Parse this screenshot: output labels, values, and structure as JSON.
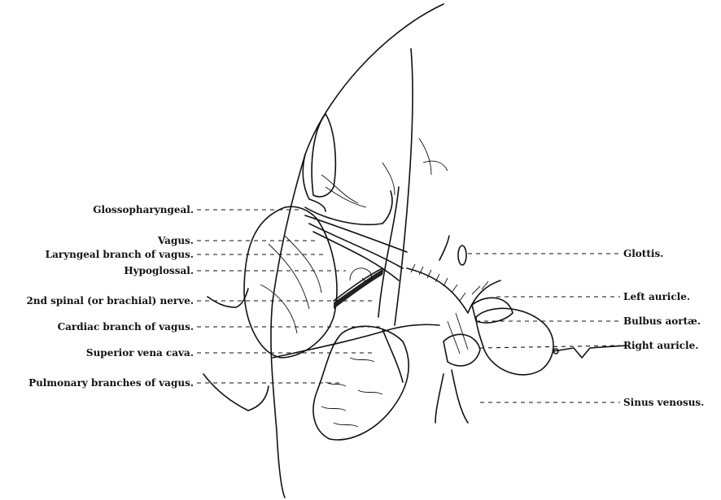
{
  "labels_left": [
    {
      "id": "glossopharyngeal",
      "text": "Glossopharyngeal."
    },
    {
      "id": "vagus",
      "text": "Vagus."
    },
    {
      "id": "laryngeal-branch",
      "text": "Laryngeal branch of vagus."
    },
    {
      "id": "hypoglossal",
      "text": "Hypoglossal."
    },
    {
      "id": "spinal-nerve",
      "text": "2nd spinal (or brachial) nerve."
    },
    {
      "id": "cardiac-branch",
      "text": "Cardiac branch of vagus."
    },
    {
      "id": "superior-vena-cava",
      "text": "Superior vena cava."
    },
    {
      "id": "pulmonary-branches",
      "text": "Pulmonary branches of vagus."
    }
  ],
  "labels_right": [
    {
      "id": "glottis",
      "text": "Glottis."
    },
    {
      "id": "left-auricle",
      "text": "Left auricle."
    },
    {
      "id": "bulbus-aortae",
      "text": "Bulbus aortæ."
    },
    {
      "id": "right-auricle",
      "text": "Right auricle."
    },
    {
      "id": "sinus-venosus",
      "text": "Sinus venosus."
    }
  ]
}
